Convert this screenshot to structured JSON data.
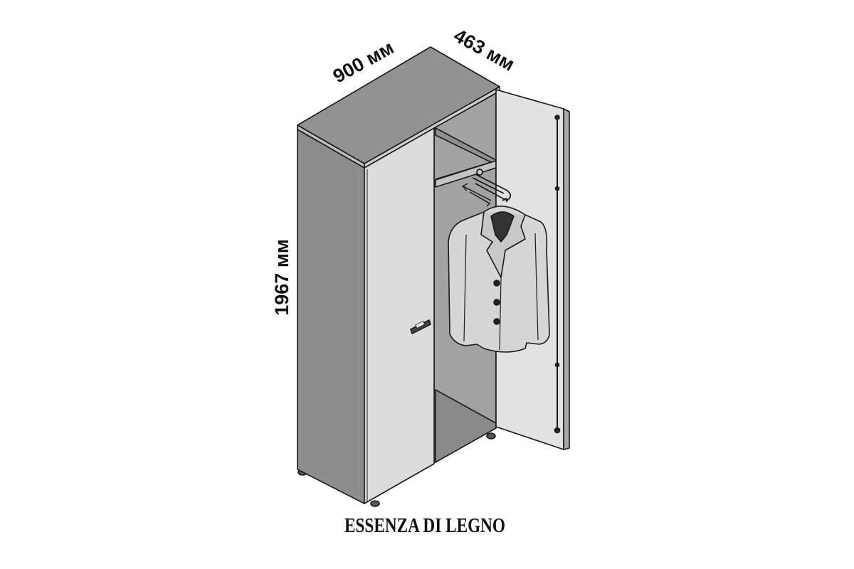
{
  "dimensions": {
    "width": "900 мм",
    "depth": "463 мм",
    "height": "1967 мм"
  },
  "caption": "ESSENZA DI LEGNO",
  "colors": {
    "side": "#8d8d8d",
    "top": "#929292",
    "door": "#dcdcdc",
    "interior": "#a3a3a3",
    "line": "#1a1a1a"
  }
}
